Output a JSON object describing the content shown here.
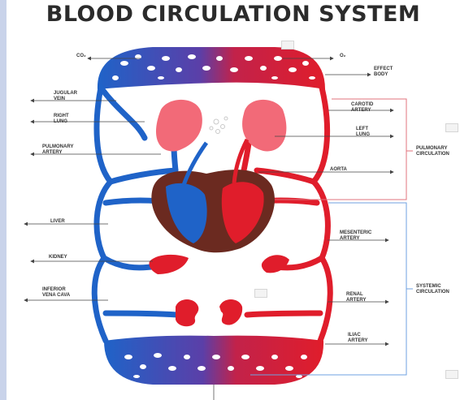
{
  "title": "BLOOD CIRCULATION SYSTEM",
  "labels_left": {
    "co2": "CO₂",
    "jugular_vein": "JUGULAR\nVEIN",
    "right_lung": "RIGHT\nLUNG",
    "pulmonary_artery": "PULMONARY\nARTERY",
    "liver": "LIVER",
    "kidney": "KIDNEY",
    "inferior_vena_cava": "INFERIOR\nVENA CAVA"
  },
  "labels_right": {
    "o2": "O₂",
    "effect_body": "EFFECT\nBODY",
    "carotid_artery": "CAROTID\nARTERY",
    "left_lung": "LEFT\nLUNG",
    "aorta": "AORTA",
    "mesenteric_artery": "MESENTERIC\nARTERY",
    "renal_artery": "RENAL\nARTERY",
    "iliac_artery": "ILIAC\nARTERY"
  },
  "brackets": {
    "pulmonary_circulation": "PULMONARY\nCIRCULATION",
    "systemic_circulation": "SYSTEMIC\nCIRCULATION"
  },
  "colors": {
    "venous": "#1f63c8",
    "arterial": "#e01d2b",
    "heart_muscle": "#6b2a20",
    "lung": "#f26a78",
    "pulmonary_bracket": "#e2737c",
    "systemic_bracket": "#6fa2e0"
  }
}
